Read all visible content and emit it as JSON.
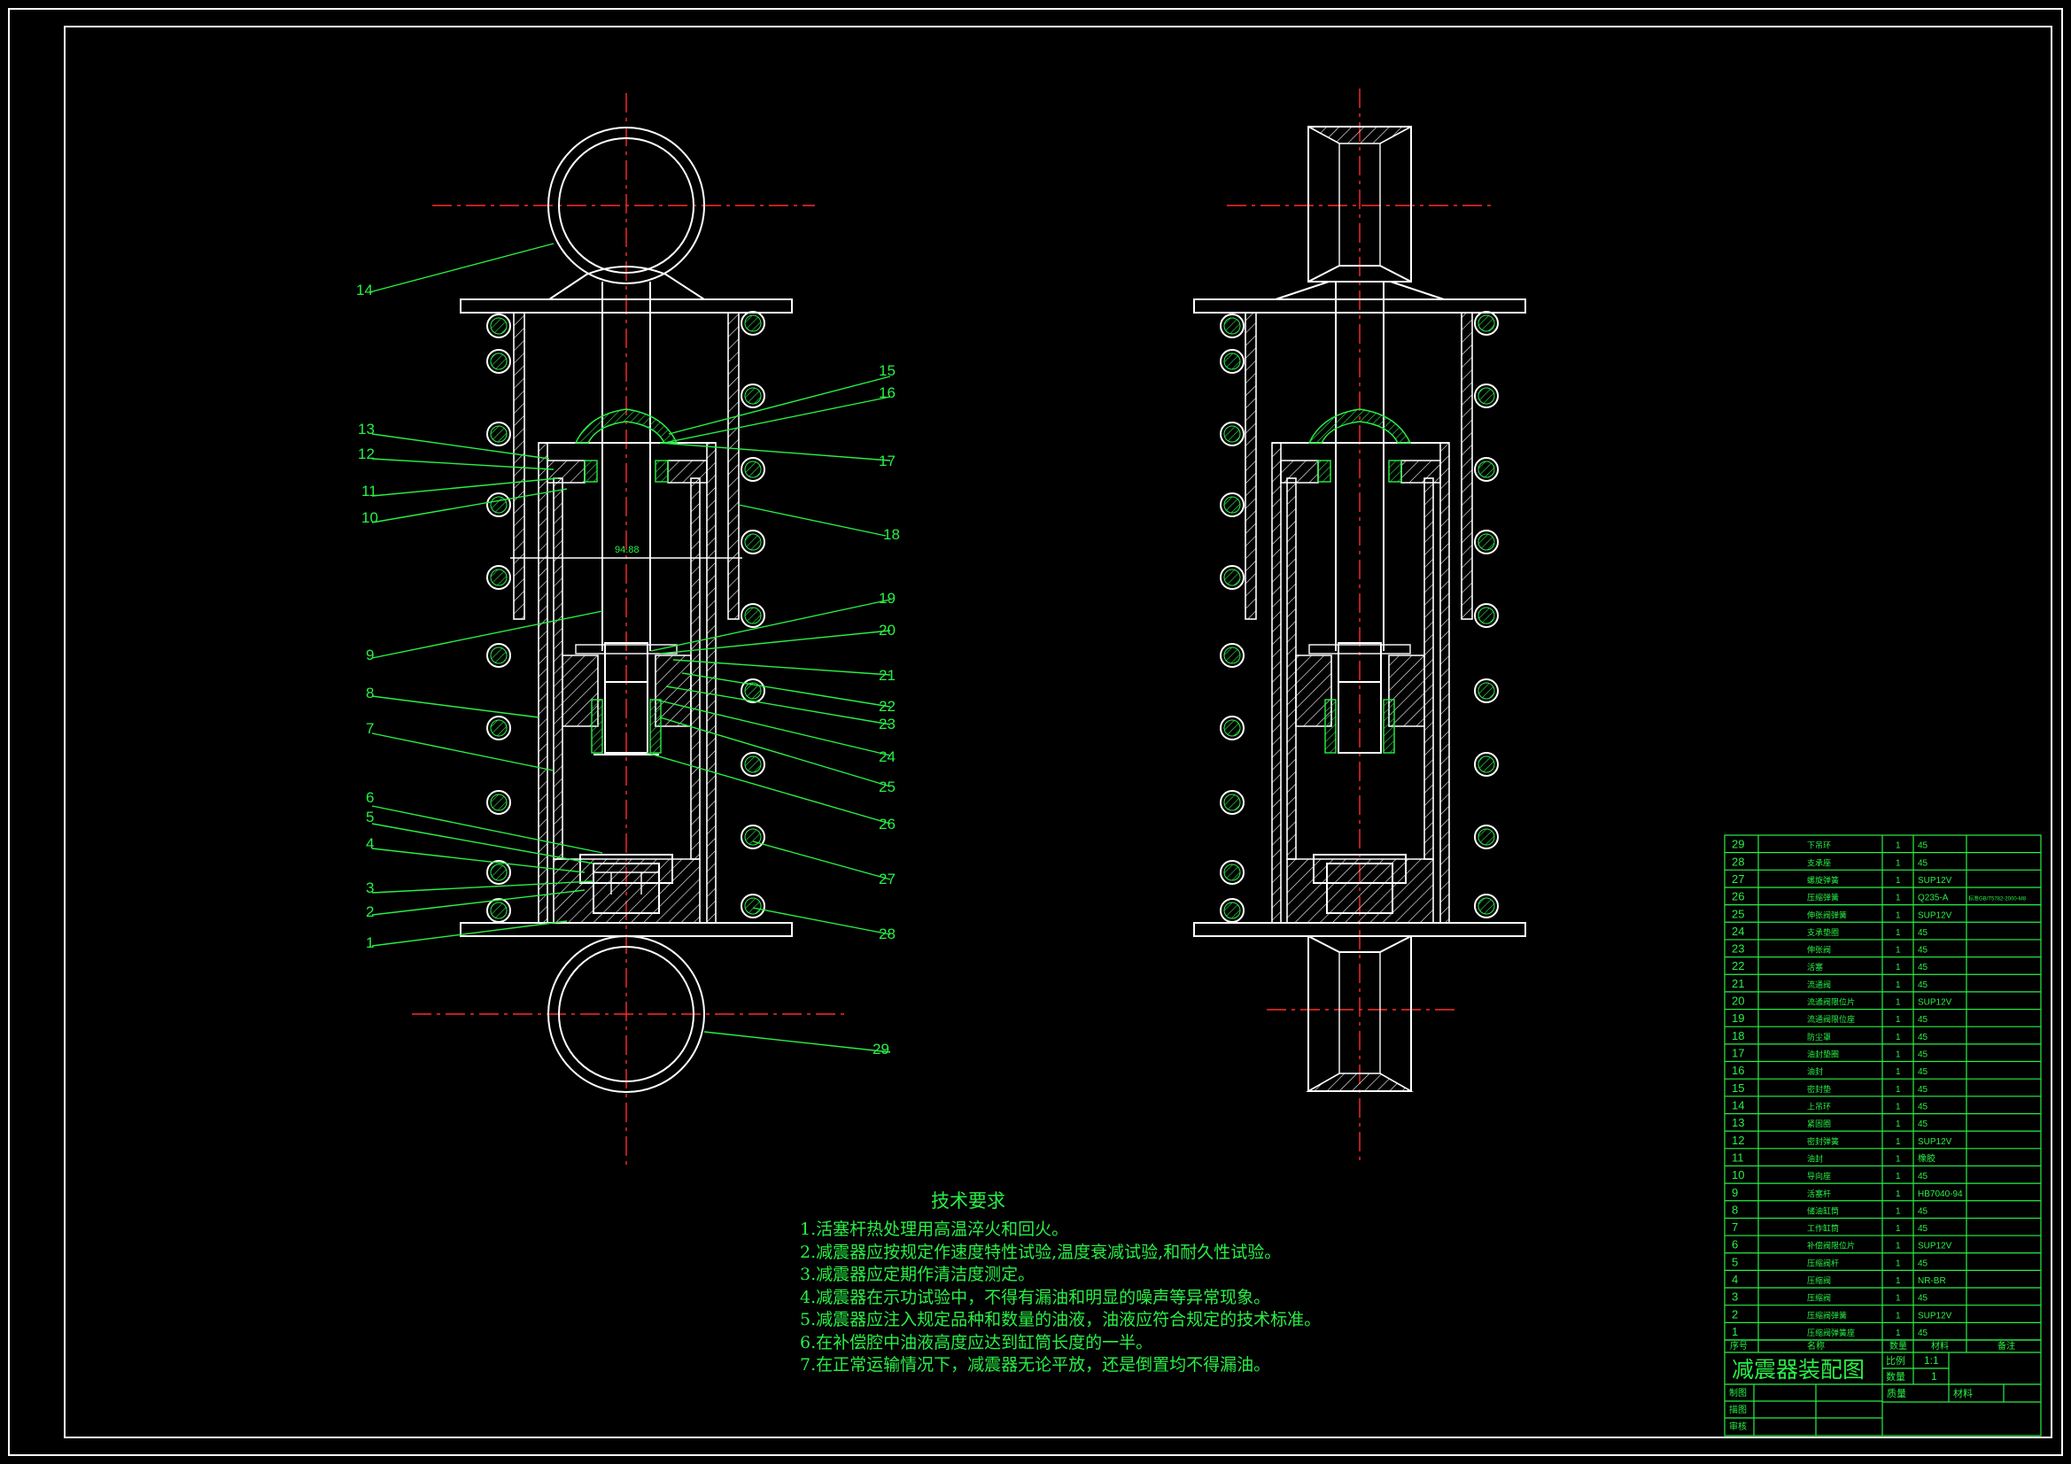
{
  "drawing_title": "减震器装配图",
  "tech_requirements": {
    "heading": "技术要求",
    "items": [
      "1.活塞杆热处理用高温淬火和回火。",
      "2.减震器应按规定作速度特性试验,温度衰减试验,和耐久性试验。",
      "3.减震器应定期作清洁度测定。",
      "4.减震器在示功试验中，不得有漏油和明显的噪声等异常现象。",
      "5.减震器应注入规定品种和数量的油液，油液应符合规定的技术标准。",
      "6.在补偿腔中油液高度应达到缸筒长度的一半。",
      "7.在正常运输情况下，减震器无论平放，还是倒置均不得漏油。"
    ]
  },
  "dimension_text": "94.88",
  "part_labels": [
    "1",
    "2",
    "3",
    "4",
    "5",
    "6",
    "7",
    "8",
    "9",
    "10",
    "11",
    "12",
    "13",
    "14",
    "15",
    "16",
    "17",
    "18",
    "19",
    "20",
    "21",
    "22",
    "23",
    "24",
    "25",
    "26",
    "27",
    "28",
    "29"
  ],
  "bom": {
    "rows": [
      {
        "no": "29",
        "name": "下吊环",
        "qty": "1",
        "material": "45",
        "note": ""
      },
      {
        "no": "28",
        "name": "支承座",
        "qty": "1",
        "material": "45",
        "note": ""
      },
      {
        "no": "27",
        "name": "螺旋弹簧",
        "qty": "1",
        "material": "SUP12V",
        "note": ""
      },
      {
        "no": "26",
        "name": "压缩弹簧",
        "qty": "1",
        "material": "Q235-A",
        "note": "标准GB/T5782-2000-M8"
      },
      {
        "no": "25",
        "name": "伸张阀弹簧",
        "qty": "1",
        "material": "SUP12V",
        "note": ""
      },
      {
        "no": "24",
        "name": "支承垫圈",
        "qty": "1",
        "material": "45",
        "note": ""
      },
      {
        "no": "23",
        "name": "伸张阀",
        "qty": "1",
        "material": "45",
        "note": ""
      },
      {
        "no": "22",
        "name": "活塞",
        "qty": "1",
        "material": "45",
        "note": ""
      },
      {
        "no": "21",
        "name": "流通阀",
        "qty": "1",
        "material": "45",
        "note": ""
      },
      {
        "no": "20",
        "name": "流通阀限位片",
        "qty": "1",
        "material": "SUP12V",
        "note": ""
      },
      {
        "no": "19",
        "name": "流通阀限位座",
        "qty": "1",
        "material": "45",
        "note": ""
      },
      {
        "no": "18",
        "name": "防尘罩",
        "qty": "1",
        "material": "45",
        "note": ""
      },
      {
        "no": "17",
        "name": "油封垫圈",
        "qty": "1",
        "material": "45",
        "note": ""
      },
      {
        "no": "16",
        "name": "油封",
        "qty": "1",
        "material": "45",
        "note": ""
      },
      {
        "no": "15",
        "name": "密封垫",
        "qty": "1",
        "material": "45",
        "note": ""
      },
      {
        "no": "14",
        "name": "上吊环",
        "qty": "1",
        "material": "45",
        "note": ""
      },
      {
        "no": "13",
        "name": "紧固圈",
        "qty": "1",
        "material": "45",
        "note": ""
      },
      {
        "no": "12",
        "name": "密封弹簧",
        "qty": "1",
        "material": "SUP12V",
        "note": ""
      },
      {
        "no": "11",
        "name": "油封",
        "qty": "1",
        "material": "橡胶",
        "note": ""
      },
      {
        "no": "10",
        "name": "导向座",
        "qty": "1",
        "material": "45",
        "note": ""
      },
      {
        "no": "9",
        "name": "活塞杆",
        "qty": "1",
        "material": "HB7040-94",
        "note": ""
      },
      {
        "no": "8",
        "name": "储油缸筒",
        "qty": "1",
        "material": "45",
        "note": ""
      },
      {
        "no": "7",
        "name": "工作缸筒",
        "qty": "1",
        "material": "45",
        "note": ""
      },
      {
        "no": "6",
        "name": "补偿阀限位片",
        "qty": "1",
        "material": "SUP12V",
        "note": ""
      },
      {
        "no": "5",
        "name": "压缩阀杆",
        "qty": "1",
        "material": "45",
        "note": ""
      },
      {
        "no": "4",
        "name": "压缩阀",
        "qty": "1",
        "material": "NR-BR",
        "note": ""
      },
      {
        "no": "3",
        "name": "压缩阀",
        "qty": "1",
        "material": "45",
        "note": ""
      },
      {
        "no": "2",
        "name": "压缩阀弹簧",
        "qty": "1",
        "material": "SUP12V",
        "note": ""
      },
      {
        "no": "1",
        "name": "压缩阀弹簧座",
        "qty": "1",
        "material": "45",
        "note": ""
      }
    ],
    "header": {
      "no": "序号",
      "name": "名称",
      "qty": "数量",
      "material": "材料",
      "note": "备注"
    },
    "scale_label": "比例",
    "scale_value": "1:1",
    "count_label": "数量",
    "count_value": "1",
    "weight_label": "质量",
    "material_label": "材料",
    "sign_labels": [
      "制图",
      "描图",
      "审核"
    ]
  }
}
